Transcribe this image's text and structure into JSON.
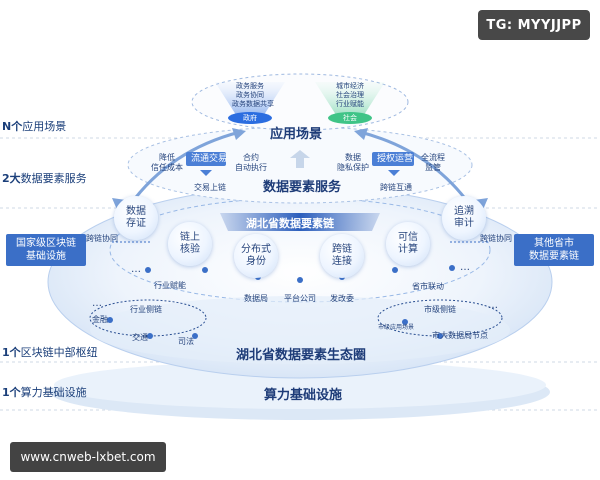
{
  "watermarks": {
    "top_right": "TG: MYYJJPP",
    "bottom_left": "www.cnweb-lxbet.com"
  },
  "left_labels": [
    {
      "bold": "N个",
      "rest": "应用场景"
    },
    {
      "bold": "2大",
      "rest": "数据要素服务"
    },
    {
      "bold": "1个",
      "rest": "区块链中部枢纽"
    },
    {
      "bold": "1个",
      "rest": "算力基础设施"
    }
  ],
  "top_layer": {
    "title": "应用场景",
    "gov_items": [
      "政务服务",
      "政务协同",
      "政务数据共享"
    ],
    "gov_label": "政府",
    "society_items": [
      "城市经济",
      "社会治理",
      "行业赋能"
    ],
    "society_label": "社会"
  },
  "middle_layer": {
    "title": "数据要素服务",
    "left_group": [
      "降低",
      "信任成本"
    ],
    "circulation": "流通交易",
    "data_onchain": "交易上链",
    "contract": [
      "合约",
      "自动执行"
    ],
    "data_privacy": [
      "数据",
      "隐私保护"
    ],
    "authorized_ops": "授权运营",
    "cross_chain": "跨链互通",
    "process": [
      "全流程",
      "监管"
    ]
  },
  "hub": {
    "banner": "湖北省数据要素链",
    "bubbles": {
      "data_deposit": [
        "数据",
        "存证"
      ],
      "onchain_verify": [
        "链上",
        "核验"
      ],
      "distributed_identity": [
        "分布式",
        "身份"
      ],
      "cross_chain_connect": [
        "跨链",
        "连接"
      ],
      "trusted_compute": [
        "可信",
        "计算"
      ],
      "traceability": [
        "追溯",
        "审计"
      ]
    },
    "left_box": [
      "国家级区块链",
      "基础设施"
    ],
    "right_box": [
      "其他省市",
      "数据要素链"
    ],
    "left_cross": "跨链协同",
    "right_cross": "跨链协同",
    "industry_empower": "行业赋能",
    "provincial_link": "省市联动",
    "nodes_mid": [
      "数据局",
      "平台公司",
      "发改委"
    ],
    "industry_chain": "行业侧链",
    "finance": "金融",
    "transport": "交通",
    "justice": "司法",
    "city_chain": "市级侧链",
    "city_app": "市级应用场景",
    "city_bignode": "市大数据局节点",
    "ellipsis": "…",
    "ecosystem_title": "湖北省数据要素生态圈"
  },
  "base": {
    "title": "算力基础设施"
  },
  "colors": {
    "accent": "#3b6fc7",
    "navy": "#1e3c78",
    "green": "#4ecb8f",
    "blue": "#2f6fd6"
  }
}
